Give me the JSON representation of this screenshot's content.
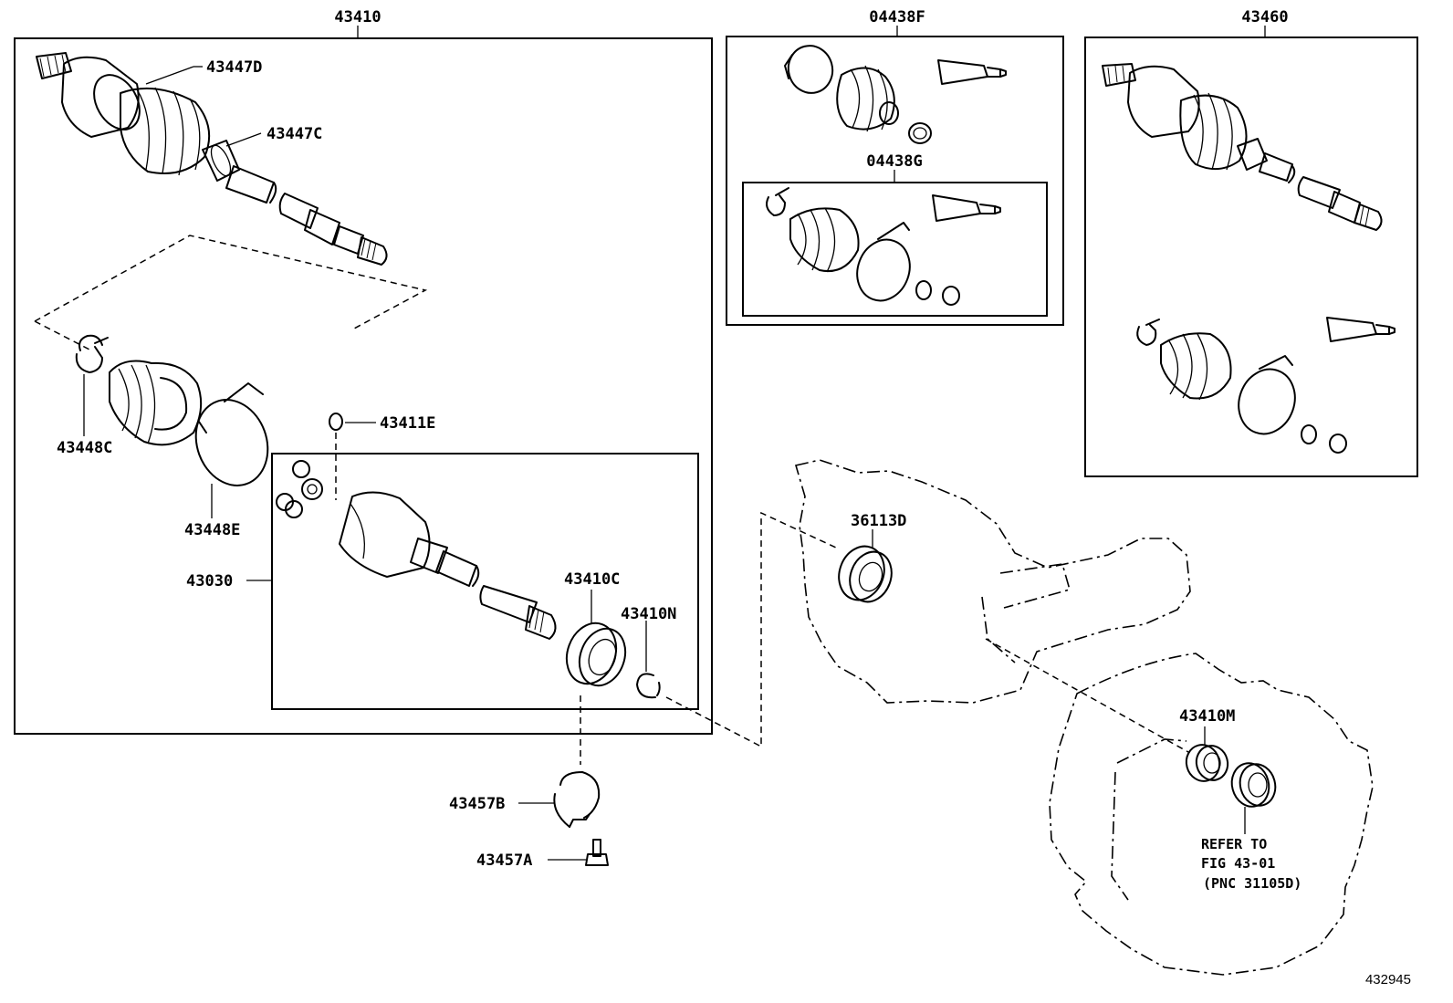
{
  "labels": {
    "assy_43410": "43410",
    "kit_04438F": "04438F",
    "assy_43460": "43460",
    "boot_43447D": "43447D",
    "clamp_43447C": "43447C",
    "clamp_43448C": "43448C",
    "clamp_43448E": "43448E",
    "snap_43411E": "43411E",
    "joint_43030": "43030",
    "kit_04438G": "04438G",
    "bearing_43410C": "43410C",
    "ring_43410N": "43410N",
    "seal_36113D": "36113D",
    "bracket_43457B": "43457B",
    "bolt_43457A": "43457A",
    "seal_43410M": "43410M"
  },
  "refer_note": [
    "REFER TO",
    "FIG 43-01",
    "(PNC 31105D)"
  ],
  "diagram_id": "432945"
}
